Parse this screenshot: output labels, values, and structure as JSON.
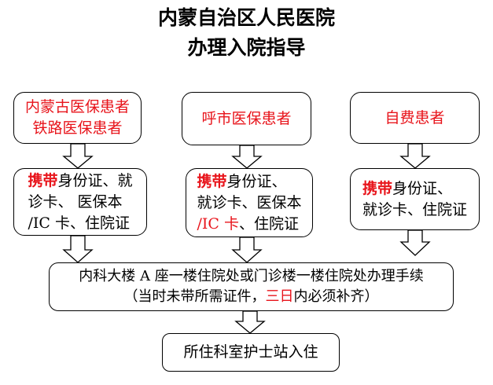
{
  "title": {
    "line1": "内蒙自治区人民医院",
    "line2": "办理入院指导"
  },
  "categories": [
    {
      "line1": "内蒙古医保患者",
      "line2": "铁路医保患者"
    },
    {
      "label": "呼市医保患者"
    },
    {
      "label": "自费患者"
    }
  ],
  "documents": [
    {
      "carry": "携带",
      "l1_rest": "身份证、就",
      "l2": "诊卡、 医保本",
      "l3": "/IC 卡、住院证"
    },
    {
      "carry": "携带",
      "l1_rest": "身份证、",
      "l2": "就诊卡、医保本",
      "l3_red": "/IC 卡",
      "l3_rest": "、住院证"
    },
    {
      "carry": "携带",
      "l1_rest": "身份证、",
      "l2": "就诊卡、住院证"
    }
  ],
  "procedure": {
    "line1": "内科大楼 A 座一楼住院处或门诊楼一楼住院处办理手续",
    "line2_pre": "（当时未带所需证件，",
    "line2_red": "三日",
    "line2_post": "内必须补齐）"
  },
  "final": {
    "label": "所住科室护士站入住"
  },
  "colors": {
    "highlight": "#e8141b",
    "border": "#000000",
    "text": "#000000"
  }
}
